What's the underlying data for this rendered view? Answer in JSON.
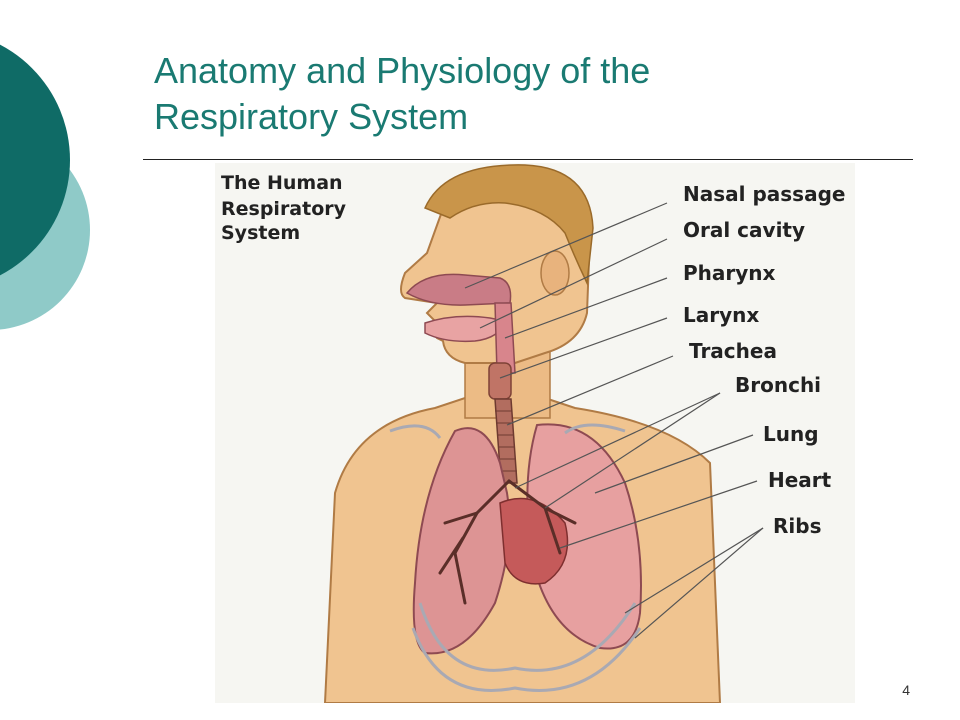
{
  "slide": {
    "title_line1": "Anatomy and Physiology of the",
    "title_line2": "Respiratory System",
    "page_number": "4"
  },
  "diagram": {
    "caption": [
      "The Human",
      "Respiratory",
      "System"
    ],
    "labels": [
      "Nasal passage",
      "Oral cavity",
      "Pharynx",
      "Larynx",
      "Trachea",
      "Bronchi",
      "Lung",
      "Heart",
      "Ribs"
    ]
  },
  "colors": {
    "title": "#1a7a72",
    "circle_dark": "#0f6b66",
    "circle_light": "#8fcac8",
    "skin": "#f0c490",
    "hair": "#c9954a",
    "lung": "#e7a0a0",
    "trachea": "#b26d5f"
  }
}
